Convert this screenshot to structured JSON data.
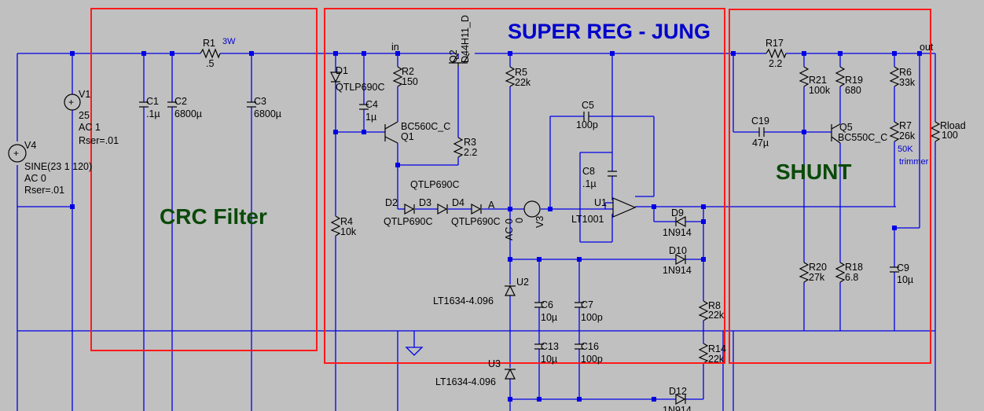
{
  "title": "SUPER REG - JUNG",
  "sections": {
    "crc": "CRC Filter",
    "shunt": "SHUNT"
  },
  "nets": {
    "in": "in",
    "out": "out",
    "a": "A"
  },
  "components": {
    "V1": {
      "name": "V1",
      "value": "25",
      "ac": "AC 1",
      "rser": "Rser=.01"
    },
    "V4": {
      "name": "V4",
      "value": "SINE(23 1 120)",
      "ac": "AC 0",
      "rser": "Rser=.01"
    },
    "R1": {
      "name": "R1",
      "value": ".5",
      "note": "3W"
    },
    "C1": {
      "name": "C1",
      "value": ".1µ"
    },
    "C2": {
      "name": "C2",
      "value": "6800µ"
    },
    "C3": {
      "name": "C3",
      "value": "6800µ"
    },
    "D1": {
      "name": "D1",
      "value": "QTLP690C"
    },
    "C4": {
      "name": "C4",
      "value": "1µ"
    },
    "R2": {
      "name": "R2",
      "value": "150"
    },
    "Q2": {
      "name": "Q2",
      "value": "D44H11_D"
    },
    "Q1": {
      "name": "Q1",
      "value": "BC560C_C"
    },
    "R3": {
      "name": "R3",
      "value": "2.2"
    },
    "R5": {
      "name": "R5",
      "value": "22k"
    },
    "C5": {
      "name": "C5",
      "value": "100p"
    },
    "C8": {
      "name": "C8",
      "value": ".1µ"
    },
    "U1": {
      "name": "U1",
      "value": "LT1001"
    },
    "V3": {
      "name": "V3",
      "value": "0",
      "ac": "AC 0"
    },
    "D2": {
      "name": "D2",
      "value": "QTLP690C"
    },
    "D3": {
      "name": "D3",
      "value": "QTLP690C"
    },
    "D4": {
      "name": "D4",
      "value": "QTLP690C"
    },
    "R4": {
      "name": "R4",
      "value": "10k"
    },
    "D9": {
      "name": "D9",
      "value": "1N914"
    },
    "D10": {
      "name": "D10",
      "value": "1N914"
    },
    "D12": {
      "name": "D12",
      "value": "1N914"
    },
    "U2": {
      "name": "U2",
      "value": "LT1634-4.096"
    },
    "U3": {
      "name": "U3",
      "value": "LT1634-4.096"
    },
    "C6": {
      "name": "C6",
      "value": "10µ"
    },
    "C7": {
      "name": "C7",
      "value": "100p"
    },
    "C13": {
      "name": "C13",
      "value": "10µ"
    },
    "C16": {
      "name": "C16",
      "value": "100p"
    },
    "R8": {
      "name": "R8",
      "value": "22k"
    },
    "R14": {
      "name": "R14",
      "value": "22k"
    },
    "R17": {
      "name": "R17",
      "value": "2.2"
    },
    "R21": {
      "name": "R21",
      "value": "100k"
    },
    "R19": {
      "name": "R19",
      "value": "680"
    },
    "R6": {
      "name": "R6",
      "value": "33k"
    },
    "C19": {
      "name": "C19",
      "value": "47µ"
    },
    "Q5": {
      "name": "Q5",
      "value": "BC550C_C"
    },
    "R7": {
      "name": "R7",
      "value": "26k",
      "note1": "50K",
      "note2": "trimmer"
    },
    "Rload": {
      "name": "Rload",
      "value": "100"
    },
    "R20": {
      "name": "R20",
      "value": "27k"
    },
    "R18": {
      "name": "R18",
      "value": "6.8"
    },
    "C9": {
      "name": "C9",
      "value": "10µ"
    }
  },
  "colors": {
    "wire": "#0000e6",
    "box": "#ff1a1a",
    "background": "#c0c0c0",
    "section_text": "#0a4a0a",
    "title_text": "#0000cc"
  }
}
